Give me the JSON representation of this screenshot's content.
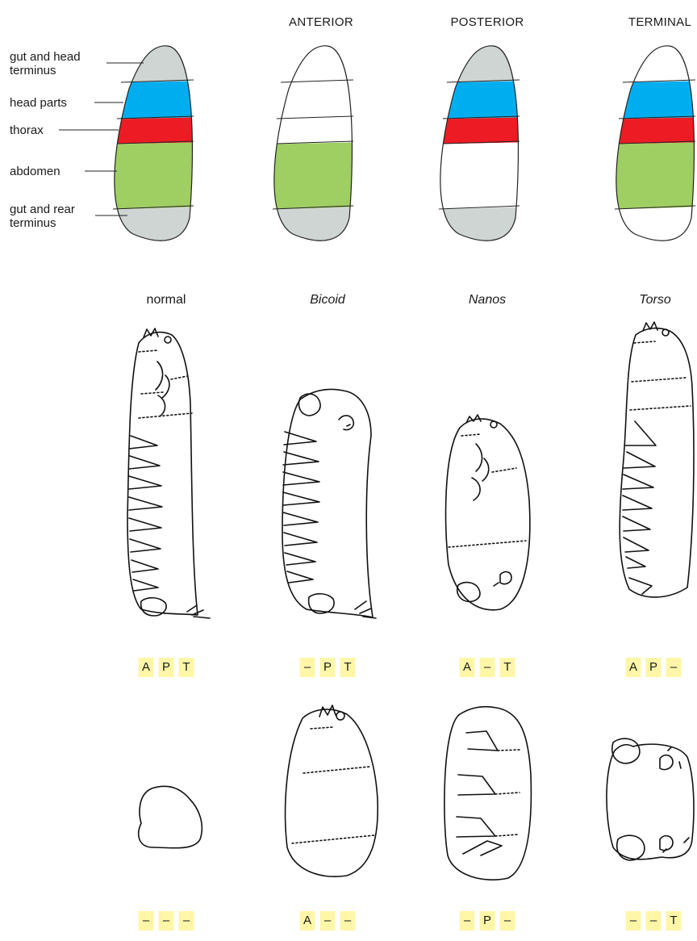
{
  "colors": {
    "gut": "#cfd5d2",
    "head": "#00aeef",
    "thorax": "#ed1c24",
    "abdomen": "#9fce62",
    "empty": "#ffffff",
    "code_bg": "#fff6a8"
  },
  "column_headers": [
    "ANTERIOR",
    "POSTERIOR",
    "TERMINAL"
  ],
  "region_labels": [
    {
      "text": "gut and head terminus",
      "line1": "gut and head",
      "line2": "terminus"
    },
    {
      "text": "head parts",
      "line1": "head parts",
      "line2": ""
    },
    {
      "text": "thorax",
      "line1": "thorax",
      "line2": ""
    },
    {
      "text": "abdomen",
      "line1": "abdomen",
      "line2": ""
    },
    {
      "text": "gut and rear terminus",
      "line1": "gut and rear",
      "line2": "terminus"
    }
  ],
  "fate_maps": [
    {
      "regions": [
        "gut",
        "head",
        "thorax",
        "abdomen",
        "gut"
      ]
    },
    {
      "header": "ANTERIOR",
      "regions": [
        "empty",
        "empty",
        "empty",
        "abdomen",
        "gut"
      ]
    },
    {
      "header": "POSTERIOR",
      "regions": [
        "gut",
        "head",
        "thorax",
        "empty",
        "gut"
      ]
    },
    {
      "header": "TERMINAL",
      "regions": [
        "empty",
        "head",
        "thorax",
        "abdomen",
        "empty"
      ]
    }
  ],
  "mutant_names": [
    {
      "text": "normal",
      "italic": false
    },
    {
      "text": "Bicoid",
      "italic": true
    },
    {
      "text": "Nanos",
      "italic": true
    },
    {
      "text": "Torso",
      "italic": true
    }
  ],
  "codes_row1": [
    [
      "A",
      "P",
      "T"
    ],
    [
      "–",
      "P",
      "T"
    ],
    [
      "A",
      "–",
      "T"
    ],
    [
      "A",
      "P",
      "–"
    ]
  ],
  "codes_row2": [
    [
      "–",
      "–",
      "–"
    ],
    [
      "A",
      "–",
      "–"
    ],
    [
      "–",
      "P",
      "–"
    ],
    [
      "–",
      "–",
      "T"
    ]
  ]
}
